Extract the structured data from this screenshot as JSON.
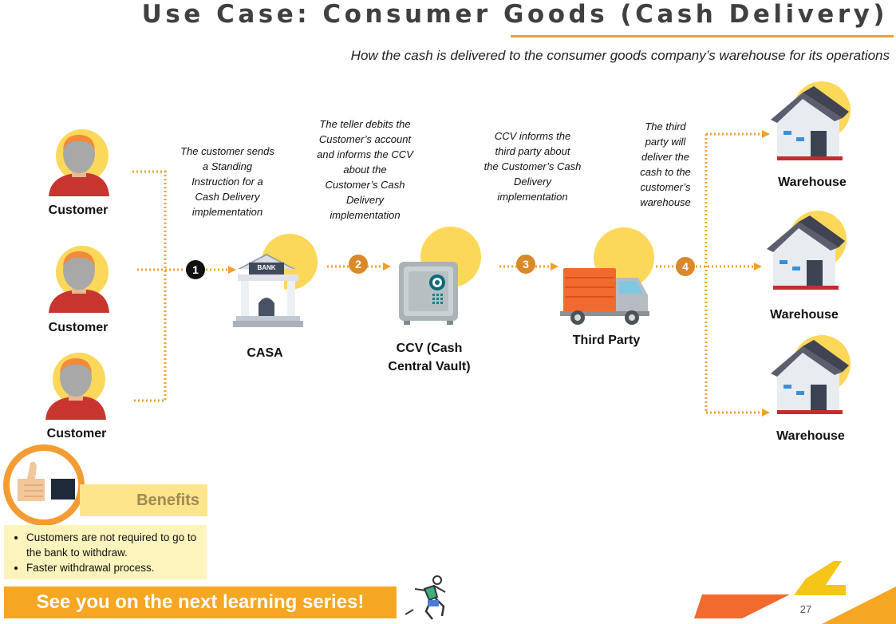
{
  "title": "Use Case: Consumer Goods (Cash Delivery)",
  "subtitle": "How the cash is delivered to the consumer goods company’s warehouse for its operations",
  "customers": [
    "Customer",
    "Customer",
    "Customer"
  ],
  "nodes": {
    "casa": "CASA",
    "bank_sign": "BANK",
    "ccv_line1": "CCV (Cash",
    "ccv_line2": "Central Vault)",
    "third_party": "Third Party"
  },
  "warehouses": [
    "Warehouse",
    "Warehouse",
    "Warehouse"
  ],
  "steps": [
    {
      "number": "1",
      "lines": [
        "The customer sends",
        "a Standing",
        "Instruction for a",
        "Cash Delivery",
        "implementation"
      ]
    },
    {
      "number": "2",
      "lines": [
        "The teller debits the",
        "Customer’s account",
        "and informs the CCV",
        "about the",
        "Customer’s Cash",
        "Delivery",
        "implementation"
      ]
    },
    {
      "number": "3",
      "lines": [
        "CCV informs the",
        "third party about",
        "the Customer’s Cash",
        "Delivery",
        "implementation"
      ]
    },
    {
      "number": "4",
      "lines": [
        "The third",
        "party will",
        "deliver the",
        "cash to the",
        "customer’s",
        "warehouse"
      ]
    }
  ],
  "benefits": {
    "title": "Benefits",
    "items": [
      "Customers are not required to go to the bank to withdraw.",
      "Faster withdrawal process."
    ]
  },
  "footer": "See you on the next learning series!",
  "page_number": "27",
  "colors": {
    "accent_orange": "#f39c33",
    "connector_dots": "#f0a030",
    "sun_yellow": "#fcd85a",
    "step1_circle": "#111111",
    "step_circle": "#d9882a",
    "title_gray": "#404040"
  }
}
